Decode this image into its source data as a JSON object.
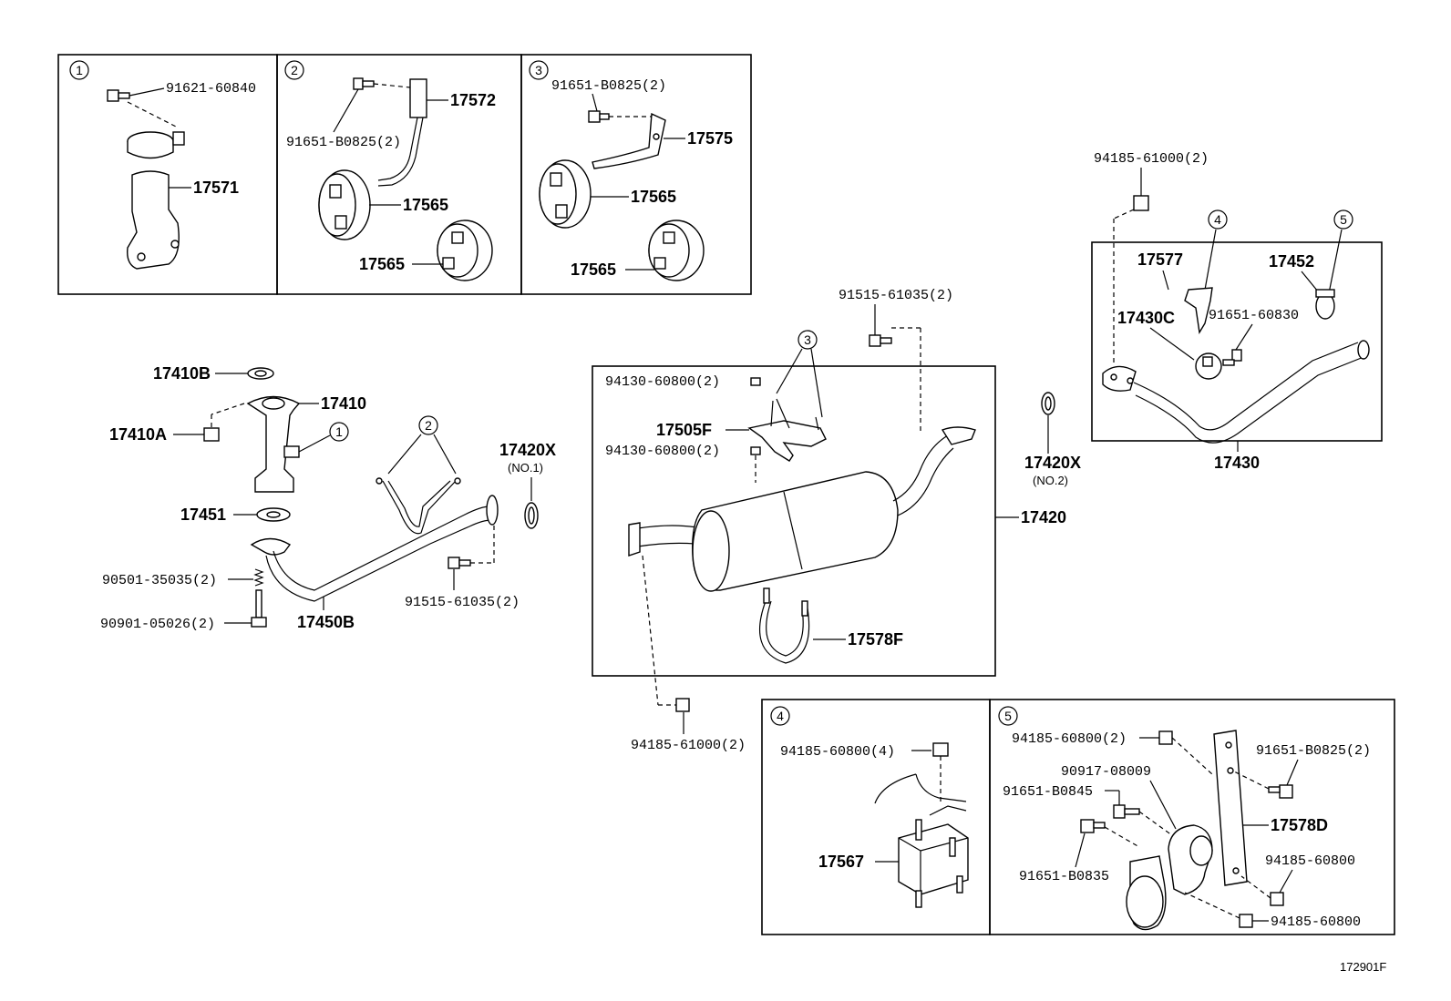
{
  "callouts": [
    "1",
    "2",
    "3",
    "4",
    "5"
  ],
  "box1": {
    "bolt": "91621-60840",
    "bracket": "17571"
  },
  "box2": {
    "bolt": "91651-B0825(2)",
    "hanger": "17572",
    "cushion_a": "17565",
    "cushion_b": "17565"
  },
  "box3": {
    "bolt": "91651-B0825(2)",
    "hanger": "17575",
    "cushion_a": "17565",
    "cushion_b": "17565"
  },
  "front": {
    "gasket_b": "17410B",
    "pipe": "17410",
    "nut_a": "17410A",
    "gasket": "17451",
    "spring": "90501-35035(2)",
    "stud": "90901-05026(2)",
    "exhaust_pipe": "17450B",
    "bolt": "91515-61035(2)",
    "gasket_x1": "17420X",
    "gasket_x1_note": "(NO.1)"
  },
  "muffler": {
    "bolt": "91515-61035(2)",
    "nut_top": "94130-60800(2)",
    "bracket": "17505F",
    "nut_bottom": "94130-60800(2)",
    "assembly": "17420",
    "clamp": "17578F",
    "nut_lower": "94185-61000(2)",
    "gasket_x2": "17420X",
    "gasket_x2_note": "(NO.2)"
  },
  "tail": {
    "nut": "94185-61000(2)",
    "hanger": "17577",
    "clamp": "17452",
    "cushion": "17430C",
    "bolt": "91651-60830",
    "pipe": "17430"
  },
  "box4": {
    "nut": "94185-60800(4)",
    "mount": "17567"
  },
  "box5": {
    "nut_top": "94185-60800(2)",
    "bolt_top": "91651-B0825(2)",
    "cushion": "90917-08009",
    "bolt_a": "91651-B0845",
    "strap": "17578D",
    "bolt_b": "91651-B0835",
    "nut_a": "94185-60800",
    "nut_b": "94185-60800"
  },
  "figure_id": "172901F"
}
